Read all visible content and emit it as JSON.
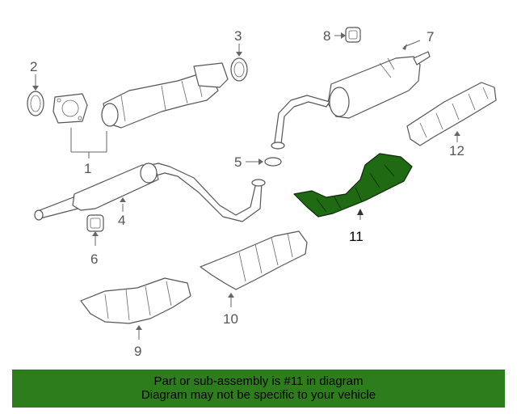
{
  "diagram": {
    "callouts": {
      "c1": "1",
      "c2": "2",
      "c3": "3",
      "c4": "4",
      "c5": "5",
      "c6": "6",
      "c7": "7",
      "c8": "8",
      "c9": "9",
      "c10": "10",
      "c11": "11",
      "c12": "12"
    },
    "highlighted_part": "11",
    "highlight_color": "#1f6a12"
  },
  "banner": {
    "line1": "Part or sub-assembly is #11 in diagram",
    "line2": "Diagram may not be specific to your vehicle",
    "background_color": "#2e7d1c"
  }
}
